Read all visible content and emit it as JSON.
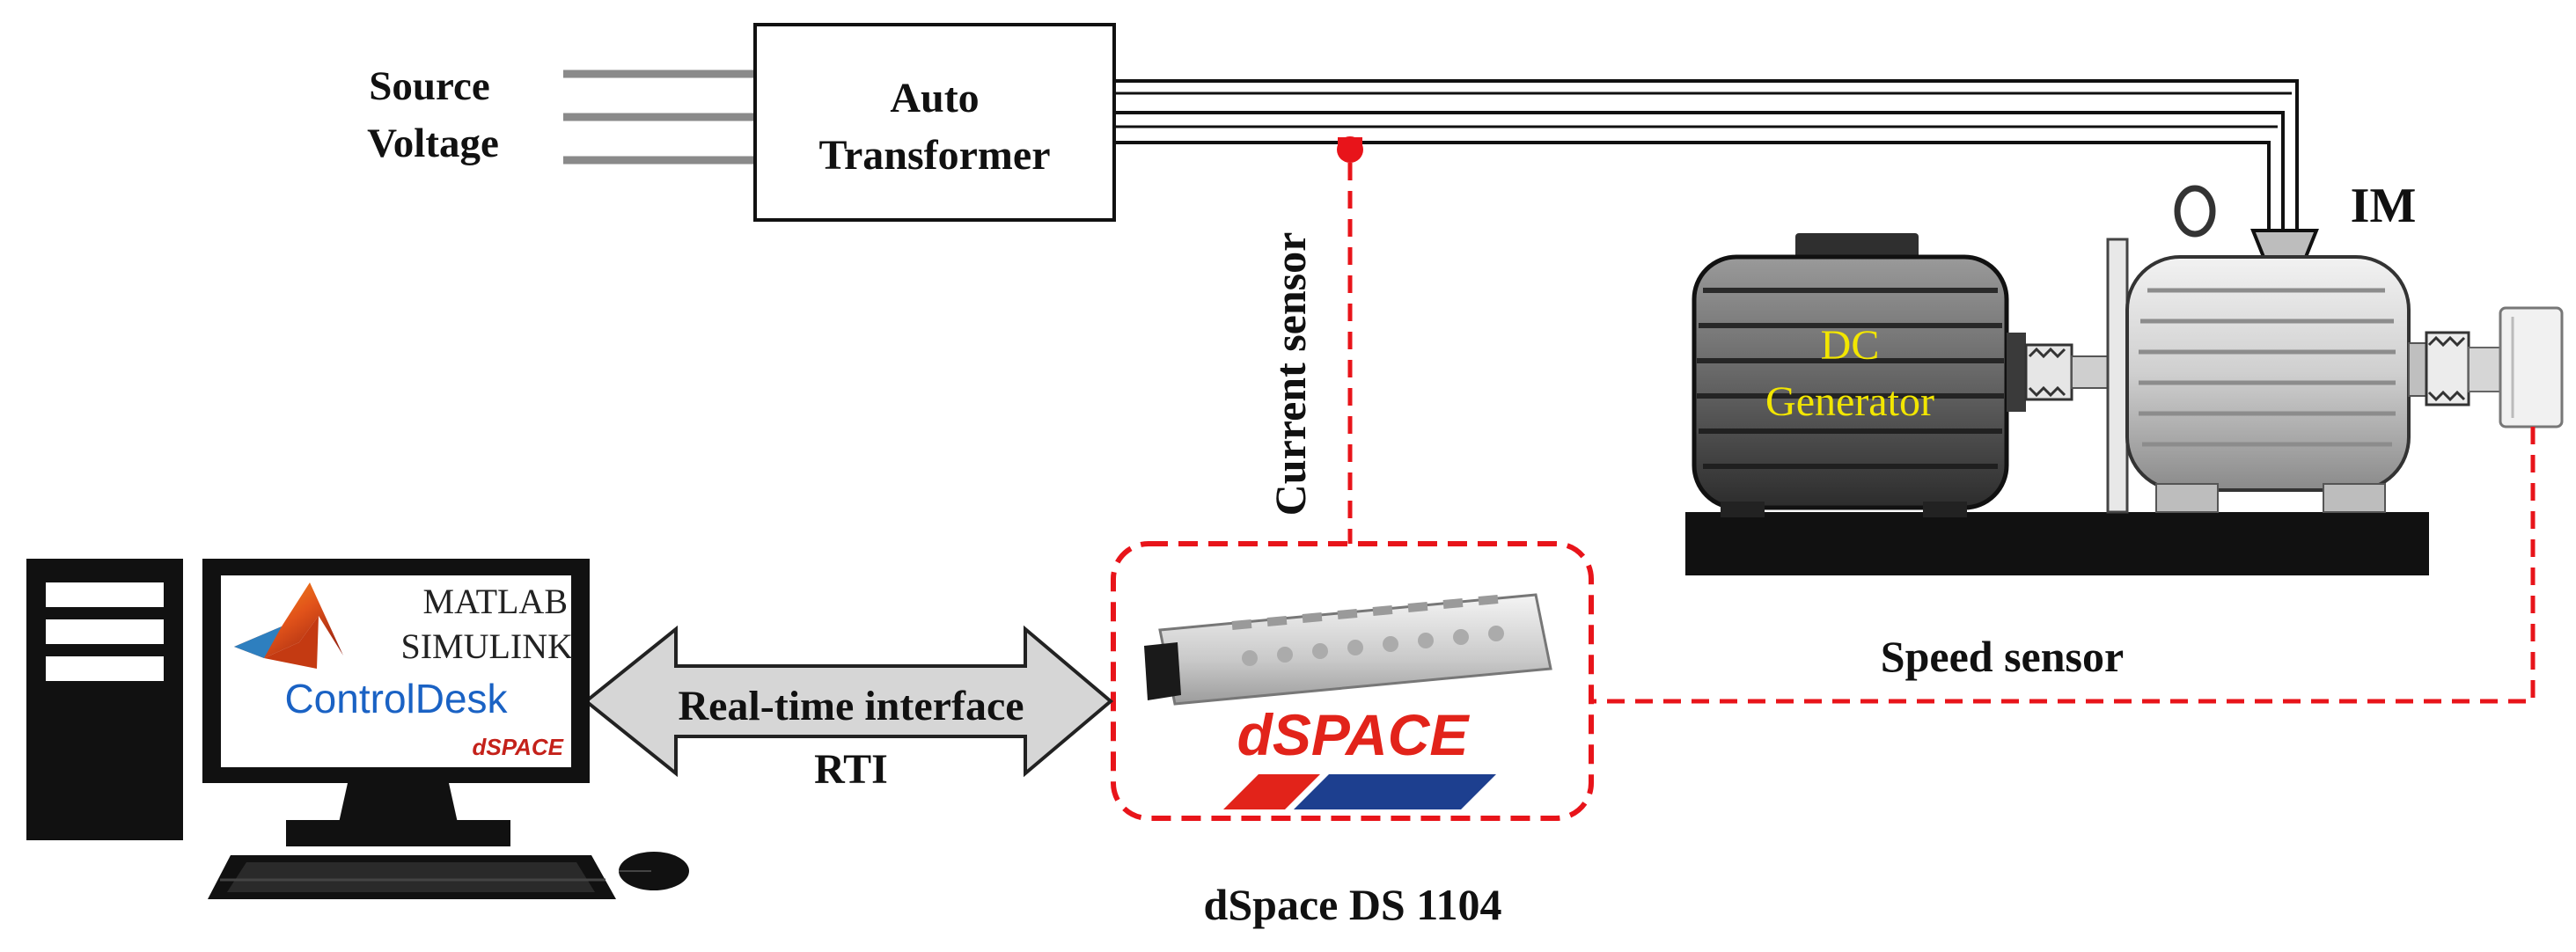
{
  "labels": {
    "source_line1": "Source",
    "source_line2": "Voltage",
    "autotransformer_line1": "Auto",
    "autotransformer_line2": "Transformer",
    "current_sensor": "Current sensor",
    "im": "IM",
    "dc_generator_line1": "DC",
    "dc_generator_line2": "Generator",
    "speed_sensor": "Speed sensor",
    "rti_line1": "Real-time interface",
    "rti_line2": "RTI",
    "dspace_caption": "dSpace DS 1104",
    "dspace_logo": "dSPACE"
  },
  "screen": {
    "matlab": "MATLAB",
    "simulink": "SIMULINK",
    "controldesk": "ControlDesk",
    "dspace": "dSPACE"
  },
  "colors": {
    "sensor_line": "#e8141a",
    "dc_text": "#f2e600",
    "controldesk_blue": "#1a62c4",
    "dspace_red": "#e2231a",
    "dspace_blue": "#1d3f8f",
    "arrow_fill": "#d6d6d6"
  }
}
